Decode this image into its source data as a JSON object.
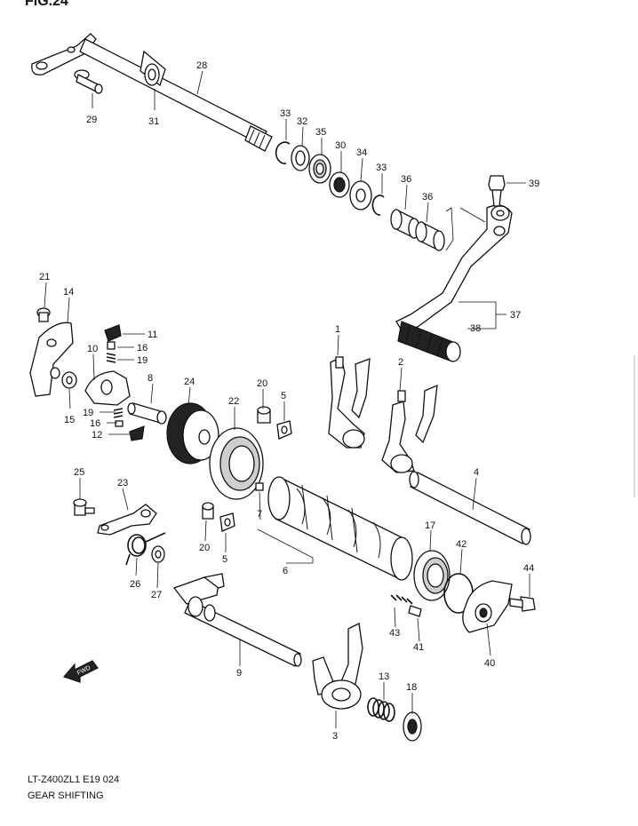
{
  "figure_title": "FIG.24",
  "footer": {
    "code": "LT-Z400ZL1 E19  024",
    "name": "GEAR SHIFTING"
  },
  "fwd_icon_text": "FWD",
  "part_labels": [
    "28",
    "29",
    "31",
    "33",
    "32",
    "35",
    "30",
    "34",
    "33",
    "36",
    "36",
    "39",
    "37",
    "38",
    "21",
    "14",
    "11",
    "16",
    "19",
    "10",
    "8",
    "24",
    "20",
    "5",
    "1",
    "2",
    "19",
    "16",
    "12",
    "15",
    "22",
    "4",
    "25",
    "23",
    "7",
    "6",
    "20",
    "5",
    "17",
    "42",
    "44",
    "26",
    "27",
    "43",
    "41",
    "40",
    "9",
    "13",
    "18",
    "3"
  ]
}
